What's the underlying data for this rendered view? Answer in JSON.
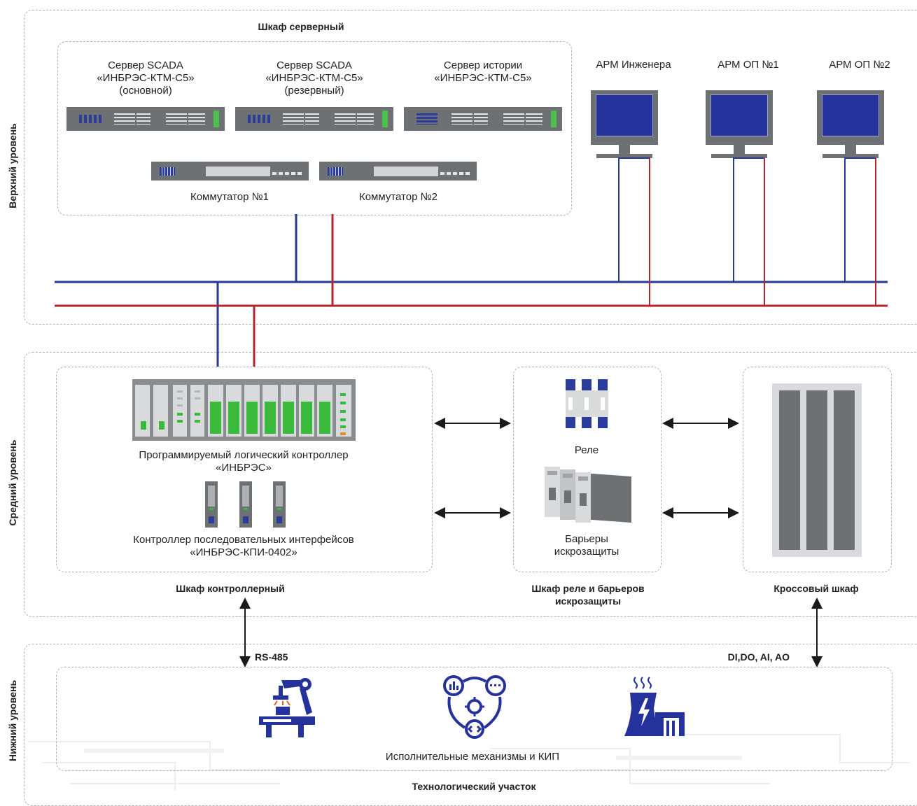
{
  "levels": {
    "top": "Верхний уровень",
    "middle": "Средний уровень",
    "bottom": "Нижний уровень"
  },
  "server_cabinet": {
    "title": "Шкаф серверный",
    "servers": [
      {
        "line1": "Сервер SCADA",
        "line2": "«ИНБРЭС-КТМ-С5»",
        "line3": "(основной)"
      },
      {
        "line1": "Сервер SCADA",
        "line2": "«ИНБРЭС-КТМ-С5»",
        "line3": "(резервный)"
      },
      {
        "line1": "Сервер истории",
        "line2": "«ИНБРЭС-КТМ-С5»",
        "line3": ""
      }
    ],
    "switches": [
      "Коммутатор №1",
      "Коммутатор №2"
    ]
  },
  "workstations": [
    "АРМ Инженера",
    "АРМ ОП №1",
    "АРМ ОП №2"
  ],
  "controller_cabinet": {
    "title": "Шкаф контроллерный",
    "plc_line1": "Программируемый логический контроллер",
    "plc_line2": "«ИНБРЭС»",
    "kpi_line1": "Контроллер последовательных интерфейсов",
    "kpi_line2": "«ИНБРЭС-КПИ-0402»"
  },
  "relay_cabinet": {
    "title_line1": "Шкаф реле и барьеров",
    "title_line2": "искрозащиты",
    "relay": "Реле",
    "barrier_line1": "Барьеры",
    "barrier_line2": "искрозащиты"
  },
  "cross_cabinet": {
    "title": "Кроссовый шкаф"
  },
  "bottom": {
    "rs485": "RS-485",
    "signals": "DI,DO, AI, AO",
    "devices_label": "Исполнительные механизмы и КИП",
    "area_title": "Технологический участок"
  },
  "colors": {
    "blue_line": "#253a96",
    "red_line": "#b3262e",
    "dashed": "#a9b3d6",
    "icon_blue": "#25329b",
    "led_green": "#4cc24c"
  },
  "icons": [
    "robot-arm-icon",
    "process-cycle-icon",
    "power-plant-icon"
  ]
}
